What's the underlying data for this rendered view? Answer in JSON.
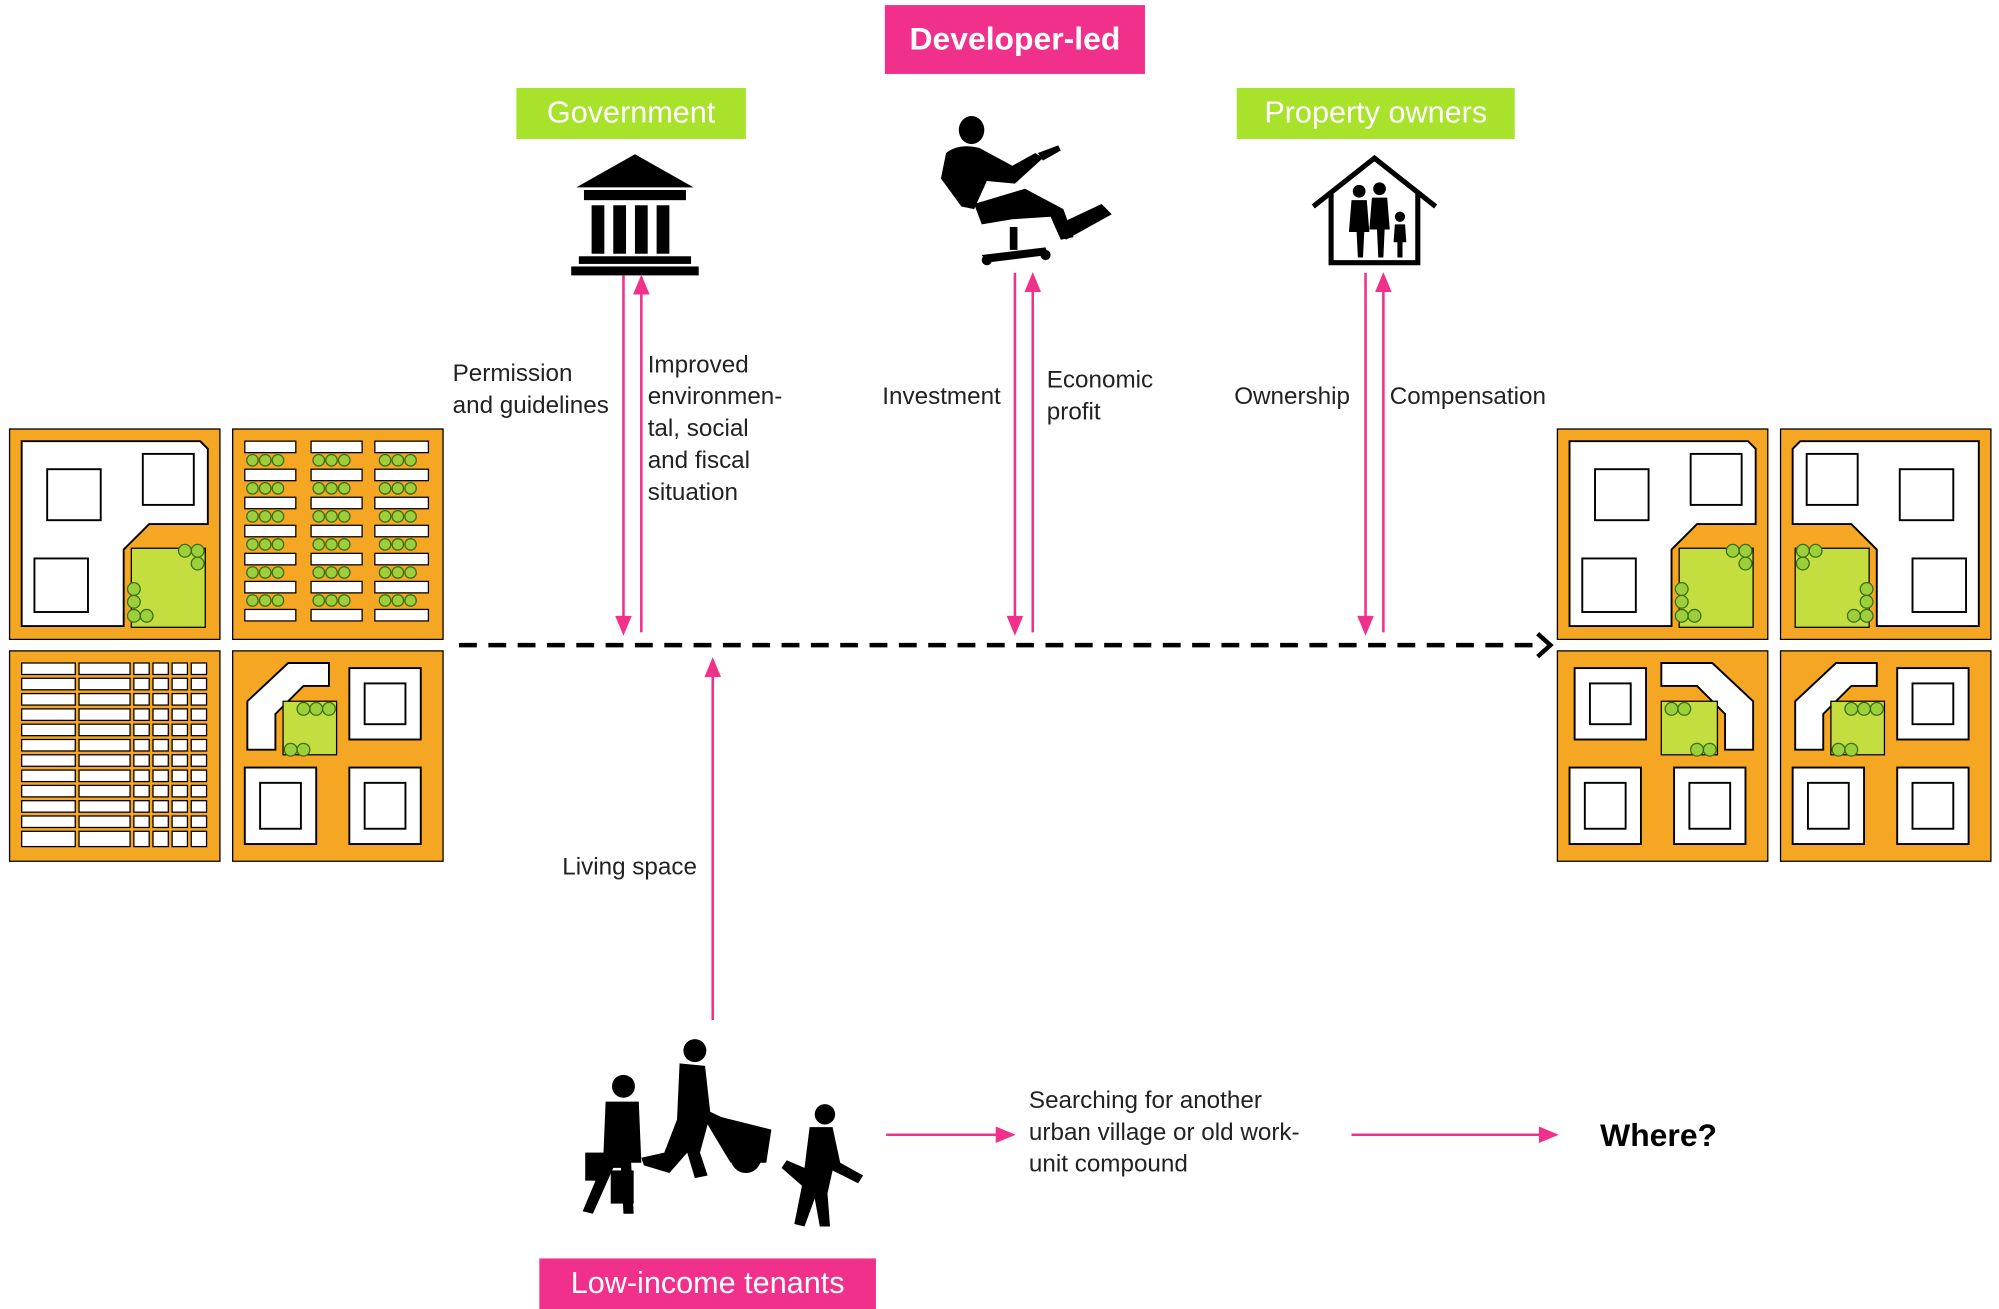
{
  "headings": {
    "developer_led": "Developer-led",
    "government": "Government",
    "property_owners": "Property owners",
    "low_income_tenants": "Low-income tenants"
  },
  "flows": {
    "permission": [
      "Permission",
      "and guidelines"
    ],
    "improved": [
      "Improved",
      "environmen-",
      "tal, social",
      "and fiscal",
      "situation"
    ],
    "investment": "Investment",
    "economic_profit": [
      "Economic",
      "profit"
    ],
    "ownership": "Ownership",
    "compensation": "Compensation",
    "living_space": "Living space",
    "searching": [
      "Searching for another",
      "urban village or old work-",
      "unit compound"
    ],
    "where": "Where?"
  },
  "icons": {
    "government": "government-building-icon",
    "developer": "businessman-in-chair-icon",
    "owners": "family-house-icon",
    "tenants": "migrant-workers-with-wheelbarrow-icon"
  },
  "colors": {
    "pink": "#f0308a",
    "green_tag": "#a8e22a",
    "orange": "#f5a623",
    "park_green": "#c4dd3f",
    "tree_green": "#9ccf3a"
  }
}
